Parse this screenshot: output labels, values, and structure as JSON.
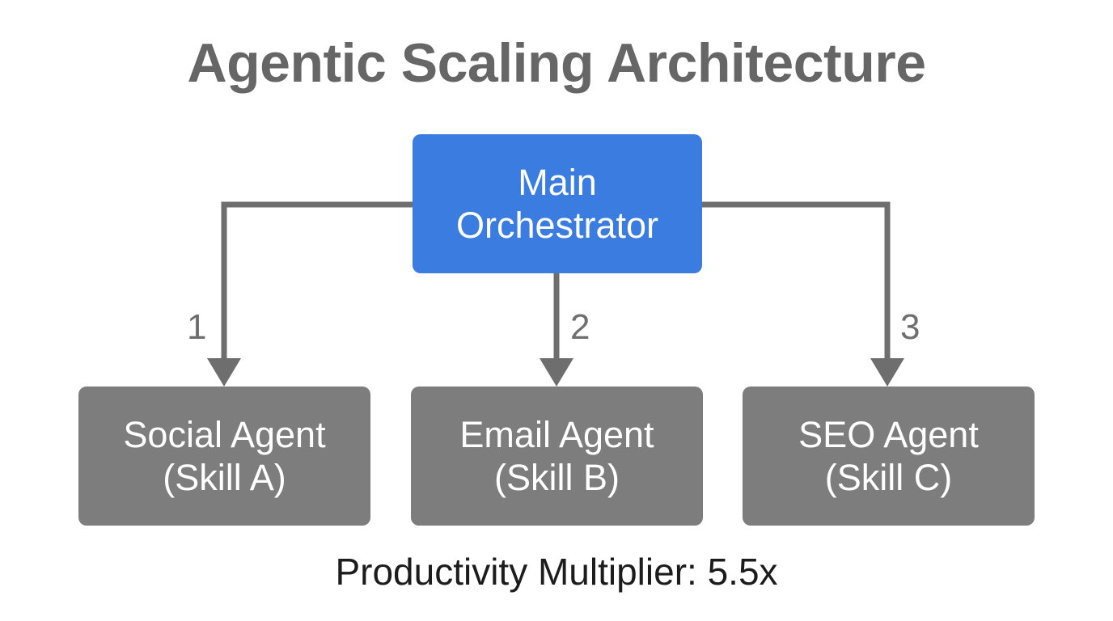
{
  "diagram": {
    "title": "Agentic Scaling Architecture",
    "footer_caption": "Productivity Multiplier: 5.5x",
    "background_color": "#ffffff",
    "title_color": "#666666",
    "footer_color": "#1c1c1c",
    "connector_color": "#6e6e6e",
    "root": {
      "id": "orchestrator",
      "line1": "Main",
      "line2": "Orchestrator",
      "fill_color": "#3a7ce0",
      "text_color": "#ffffff"
    },
    "agents": [
      {
        "id": "social",
        "line1": "Social Agent",
        "line2": "(Skill A)",
        "edge_label": "1",
        "fill_color": "#7d7d7d",
        "text_color": "#ffffff"
      },
      {
        "id": "email",
        "line1": "Email Agent",
        "line2": "(Skill B)",
        "edge_label": "2",
        "fill_color": "#7d7d7d",
        "text_color": "#ffffff"
      },
      {
        "id": "seo",
        "line1": "SEO Agent",
        "line2": "(Skill C)",
        "edge_label": "3",
        "fill_color": "#7d7d7d",
        "text_color": "#ffffff"
      }
    ]
  }
}
